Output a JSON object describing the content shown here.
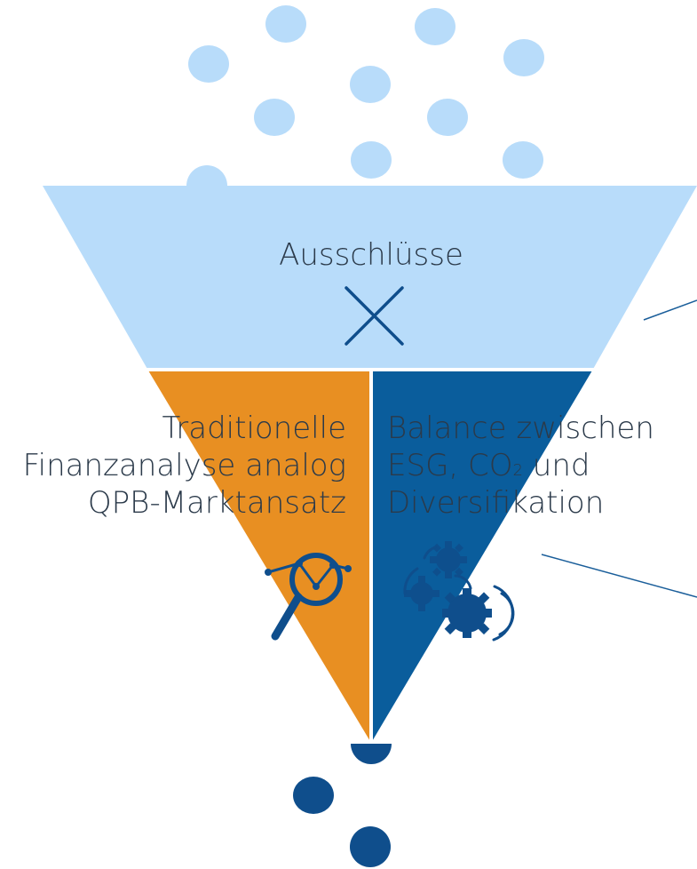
{
  "funnel": {
    "top": {
      "label": "Ausschlüsse",
      "color": "#b8dcfa",
      "icon": "cross-icon"
    },
    "left": {
      "lines": [
        "Traditionelle",
        "Finanzanalyse analog",
        "QPB-Marktansatz"
      ],
      "color": "#e88f22",
      "icon": "magnifier-chart-icon"
    },
    "right": {
      "line1": "Balance zwischen",
      "line2_prefix": "ESG, CO",
      "line2_sub": "2",
      "line2_suffix": " und",
      "line3": "Diversifikation",
      "color": "#0a5d9c",
      "icon": "gears-icon"
    }
  },
  "colors": {
    "light_dot": "#b8dcfa",
    "dark_dot": "#0f4e8c",
    "icon_dark": "#0f4e8c",
    "divider": "#ffffff",
    "pointer_line": "#1a5e9a",
    "text": "#2b3a4a"
  }
}
